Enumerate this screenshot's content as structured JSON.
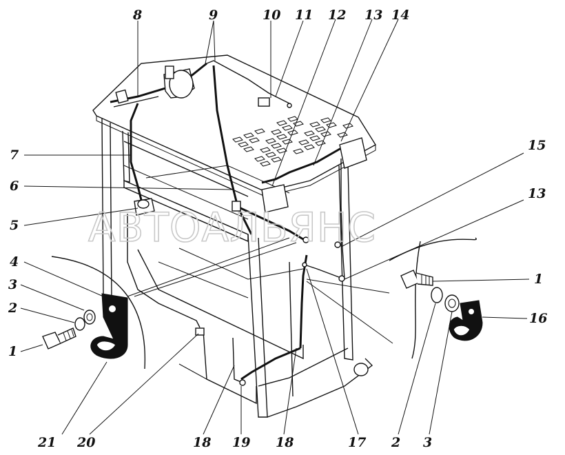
{
  "watermark": "АВТОАЛЬЯНС",
  "callouts": {
    "c8": "8",
    "c9": "9",
    "c10": "10",
    "c11": "11",
    "c12": "12",
    "c13a": "13",
    "c14": "14",
    "c15": "15",
    "c13b": "13",
    "c7": "7",
    "c6": "6",
    "c5": "5",
    "c4": "4",
    "c3a": "3",
    "c2a": "2",
    "c1a": "1",
    "c1b": "1",
    "c16": "16",
    "c21": "21",
    "c20": "20",
    "c18a": "18",
    "c19": "19",
    "c18b": "18",
    "c17": "17",
    "c2b": "2",
    "c3b": "3"
  }
}
